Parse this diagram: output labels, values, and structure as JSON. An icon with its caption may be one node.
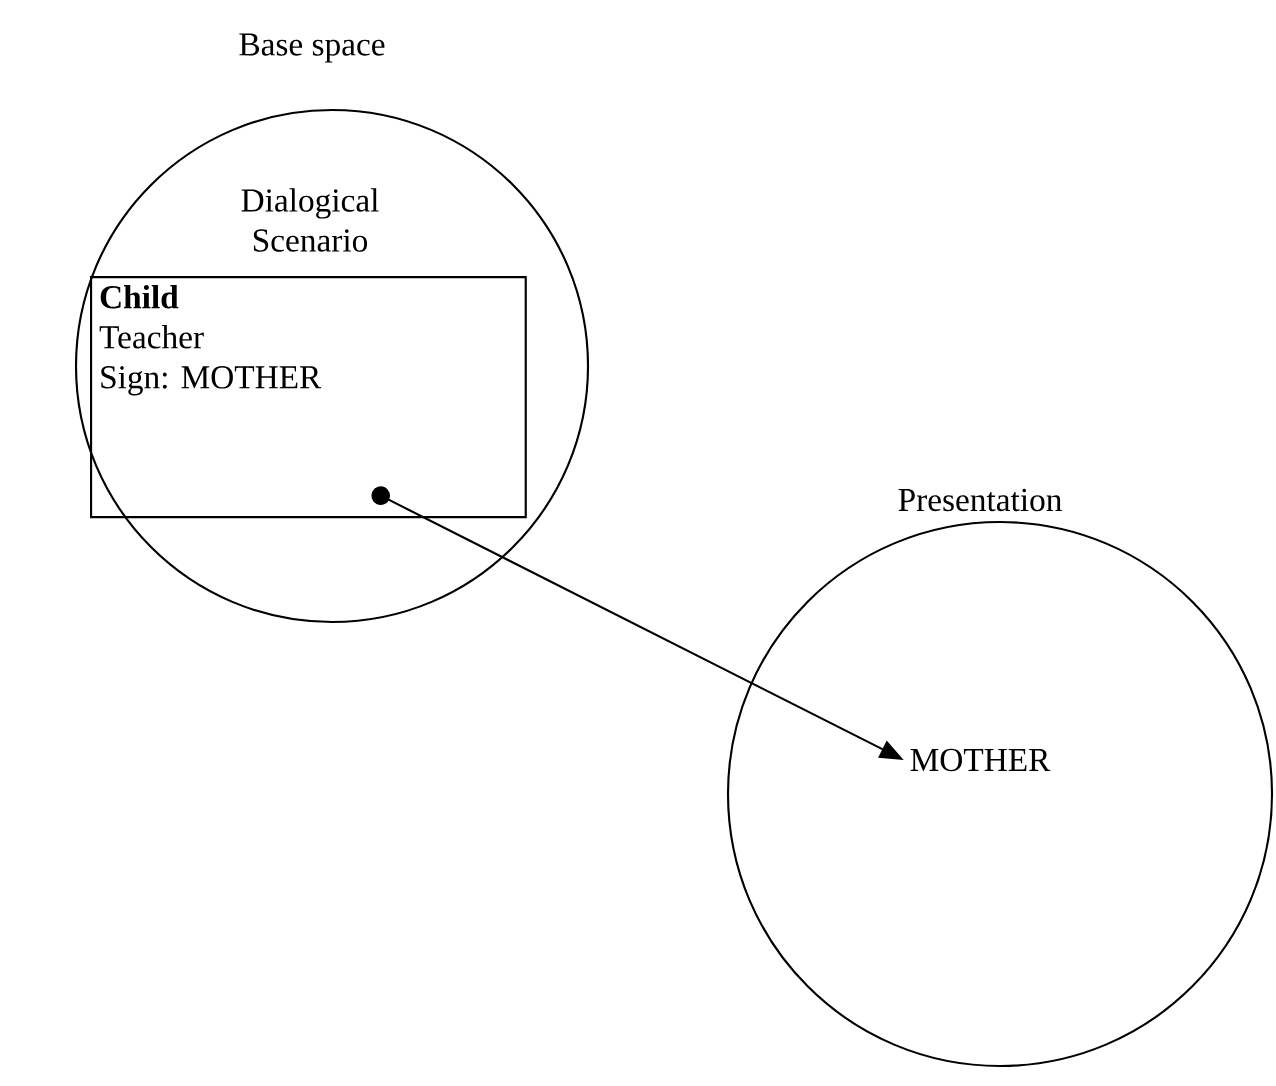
{
  "diagram": {
    "nodes": [
      {
        "text": [
          "Base space"
        ]
      },
      {
        "text": [
          "Dialogical Scenario",
          "Child",
          "Teacher",
          "Sign: MOTHER"
        ],
        "in": 0
      },
      {
        "text": [
          "Presentation"
        ]
      },
      {
        "text": [
          "MOTHER"
        ],
        "in": 2
      }
    ],
    "edges": [
      {
        "from": 1,
        "to": 3,
        "arrow": "to"
      }
    ]
  }
}
